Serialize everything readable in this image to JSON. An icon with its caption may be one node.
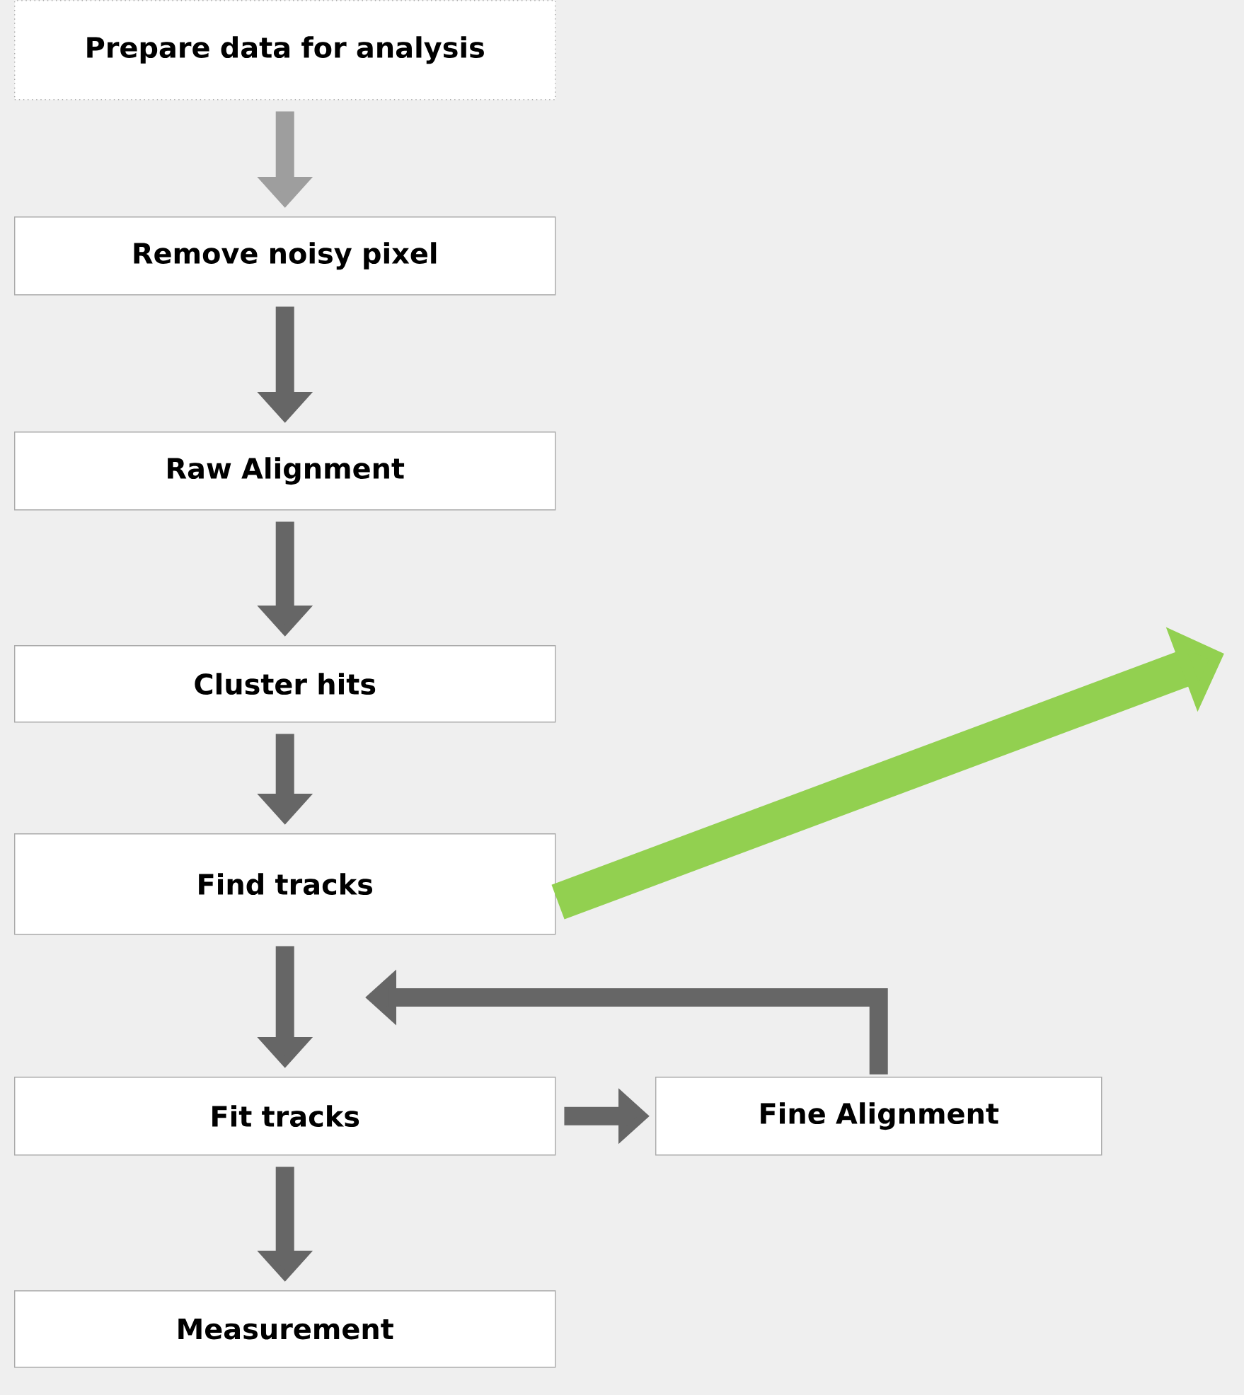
{
  "diagram": {
    "nodes": [
      {
        "text": [
          "Prepare data for analysis"
        ]
      },
      {
        "text": [
          "Remove noisy pixel"
        ]
      },
      {
        "text": [
          "Raw Alignment"
        ]
      },
      {
        "text": [
          "Cluster hits"
        ]
      },
      {
        "text": [
          "Find tracks"
        ]
      },
      {
        "text": [
          "Fit tracks"
        ]
      },
      {
        "text": [
          "Fine Alignment"
        ]
      },
      {
        "text": [
          "Measurement"
        ]
      }
    ],
    "edges": [
      {
        "from": 0,
        "to": 1,
        "arrow": "to",
        "color": "#9e9e9e"
      },
      {
        "from": 1,
        "to": 2,
        "arrow": "to"
      },
      {
        "from": 2,
        "to": 3,
        "arrow": "to"
      },
      {
        "from": 3,
        "to": 4,
        "arrow": "to"
      },
      {
        "from": 4,
        "to": 5,
        "arrow": "to"
      },
      {
        "from": 5,
        "to": 6,
        "arrow": "to"
      },
      {
        "from": 5,
        "to": 7,
        "arrow": "to"
      },
      {
        "from": 6,
        "to": null,
        "arrow": "to"
      },
      {
        "from": 4,
        "to": null,
        "arrow": "to",
        "style": "thick",
        "color": "#92d050"
      }
    ]
  }
}
